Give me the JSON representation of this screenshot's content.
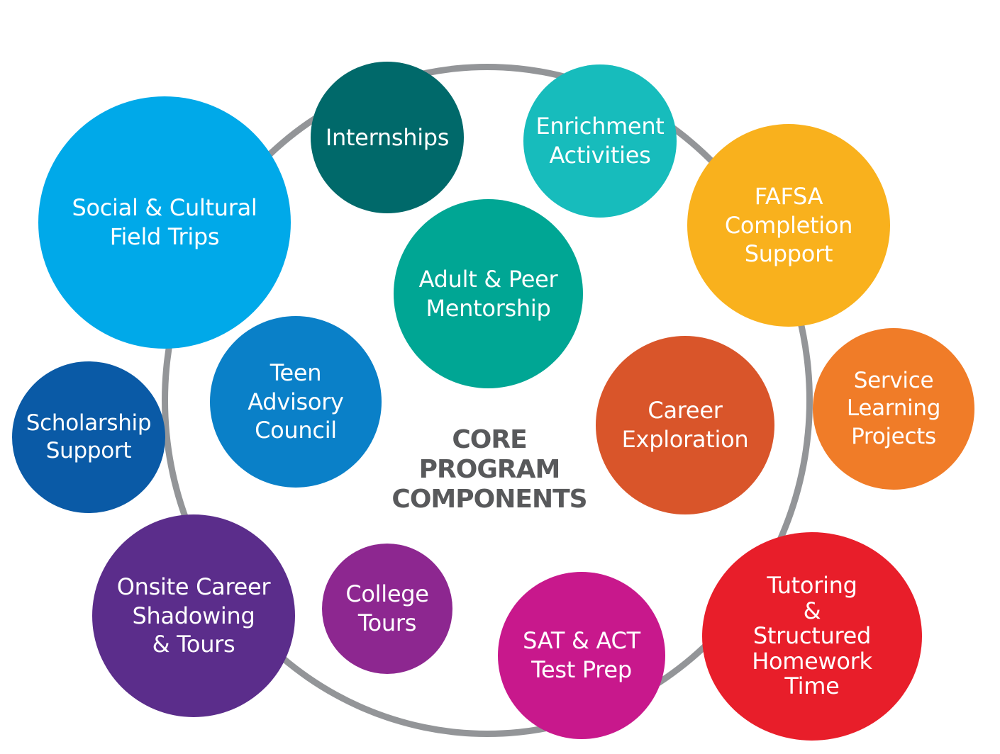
{
  "title": "CORE\nPROGRAM\nCOMPONENTS",
  "colors": {
    "ring": "#939598",
    "title_text": "#58595b"
  },
  "components": [
    {
      "id": "internships",
      "label": "Internships",
      "color": "#00696a"
    },
    {
      "id": "enrichment-activities",
      "label": "Enrichment\nActivities",
      "color": "#17bcbc"
    },
    {
      "id": "social-cultural-field-trips",
      "label": "Social & Cultural\nField Trips",
      "color": "#00a9e9"
    },
    {
      "id": "fafsa-completion-support",
      "label": "FAFSA\nCompletion\nSupport",
      "color": "#f9b11d"
    },
    {
      "id": "adult-peer-mentorship",
      "label": "Adult & Peer\nMentorship",
      "color": "#00a694"
    },
    {
      "id": "teen-advisory-council",
      "label": "Teen\nAdvisory\nCouncil",
      "color": "#0a80c8"
    },
    {
      "id": "scholarship-support",
      "label": "Scholarship\nSupport",
      "color": "#0a5aa6"
    },
    {
      "id": "career-exploration",
      "label": "Career\nExploration",
      "color": "#d9552a"
    },
    {
      "id": "service-learning-projects",
      "label": "Service\nLearning\nProjects",
      "color": "#f07c28"
    },
    {
      "id": "onsite-career-shadowing-tours",
      "label": "Onsite Career\nShadowing\n& Tours",
      "color": "#5b2d8b"
    },
    {
      "id": "college-tours",
      "label": "College\nTours",
      "color": "#8d2790"
    },
    {
      "id": "sat-act-test-prep",
      "label": "SAT & ACT\nTest Prep",
      "color": "#c8188c"
    },
    {
      "id": "tutoring-structured-homework-time",
      "label": "Tutoring\n&\nStructured\nHomework\nTime",
      "color": "#e81e2a"
    }
  ]
}
